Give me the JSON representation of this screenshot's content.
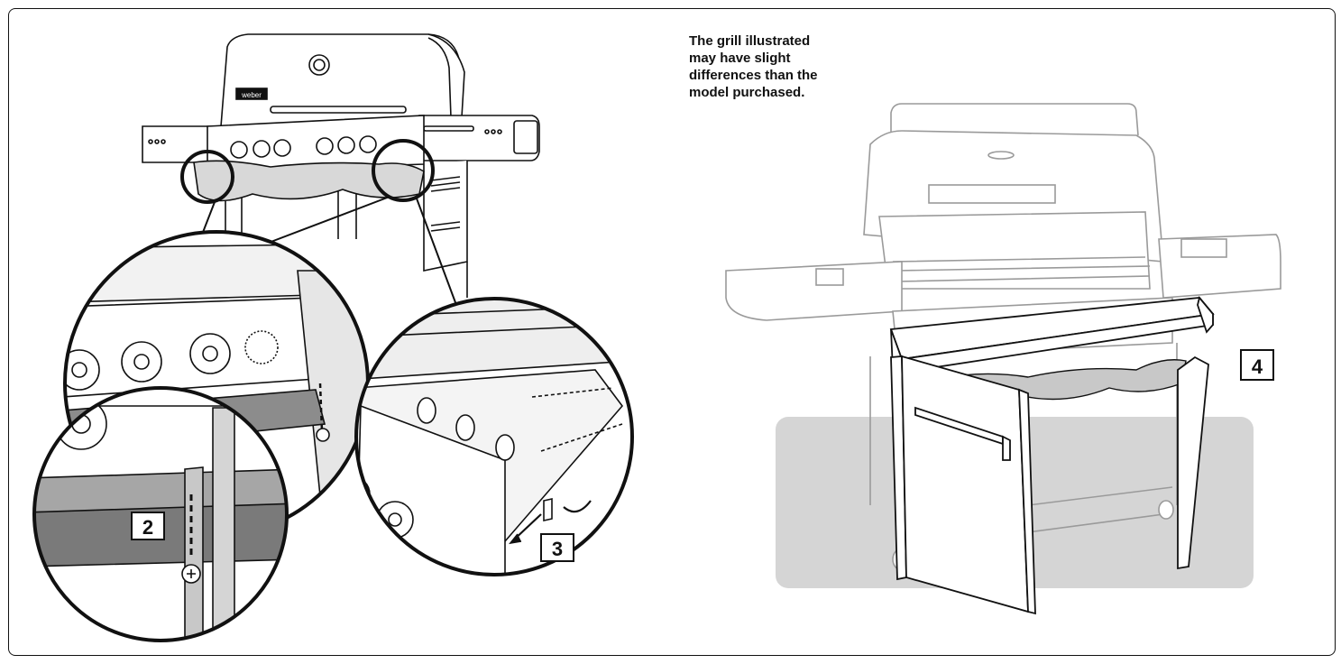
{
  "note": {
    "lines": [
      "The grill illustrated",
      "may have slight",
      "differences than the",
      "model purchased."
    ]
  },
  "steps": {
    "step2": "2",
    "step3": "3",
    "step4": "4"
  },
  "logo_text": "weber",
  "colors": {
    "ink": "#111111",
    "ghost": "#9a9a9a",
    "shadow": "#d5d5d5",
    "cover": "#c8c8c8"
  }
}
